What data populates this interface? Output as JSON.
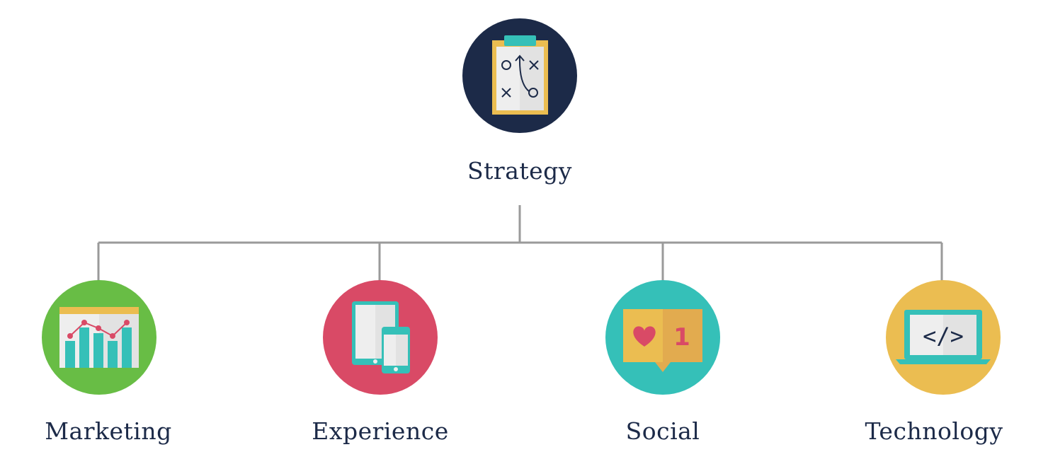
{
  "root": {
    "label": "Strategy",
    "color": "#1c2a48",
    "icon": "clipboard-playbook-icon"
  },
  "children": [
    {
      "label": "Marketing",
      "color": "#68bd45",
      "icon": "bar-chart-icon"
    },
    {
      "label": "Experience",
      "color": "#d94a66",
      "icon": "tablet-phone-icon"
    },
    {
      "label": "Social",
      "color": "#35c0b8",
      "icon": "like-notification-icon",
      "badge_count": "1"
    },
    {
      "label": "Technology",
      "color": "#ebbd51",
      "icon": "laptop-code-icon",
      "code_glyph": "</>"
    }
  ],
  "palette": {
    "connector": "#9a9a9a",
    "text": "#1c2a48",
    "teal": "#35c0b8",
    "gold": "#ebbd51",
    "paper": "#eeeeee",
    "red": "#d94a66"
  }
}
